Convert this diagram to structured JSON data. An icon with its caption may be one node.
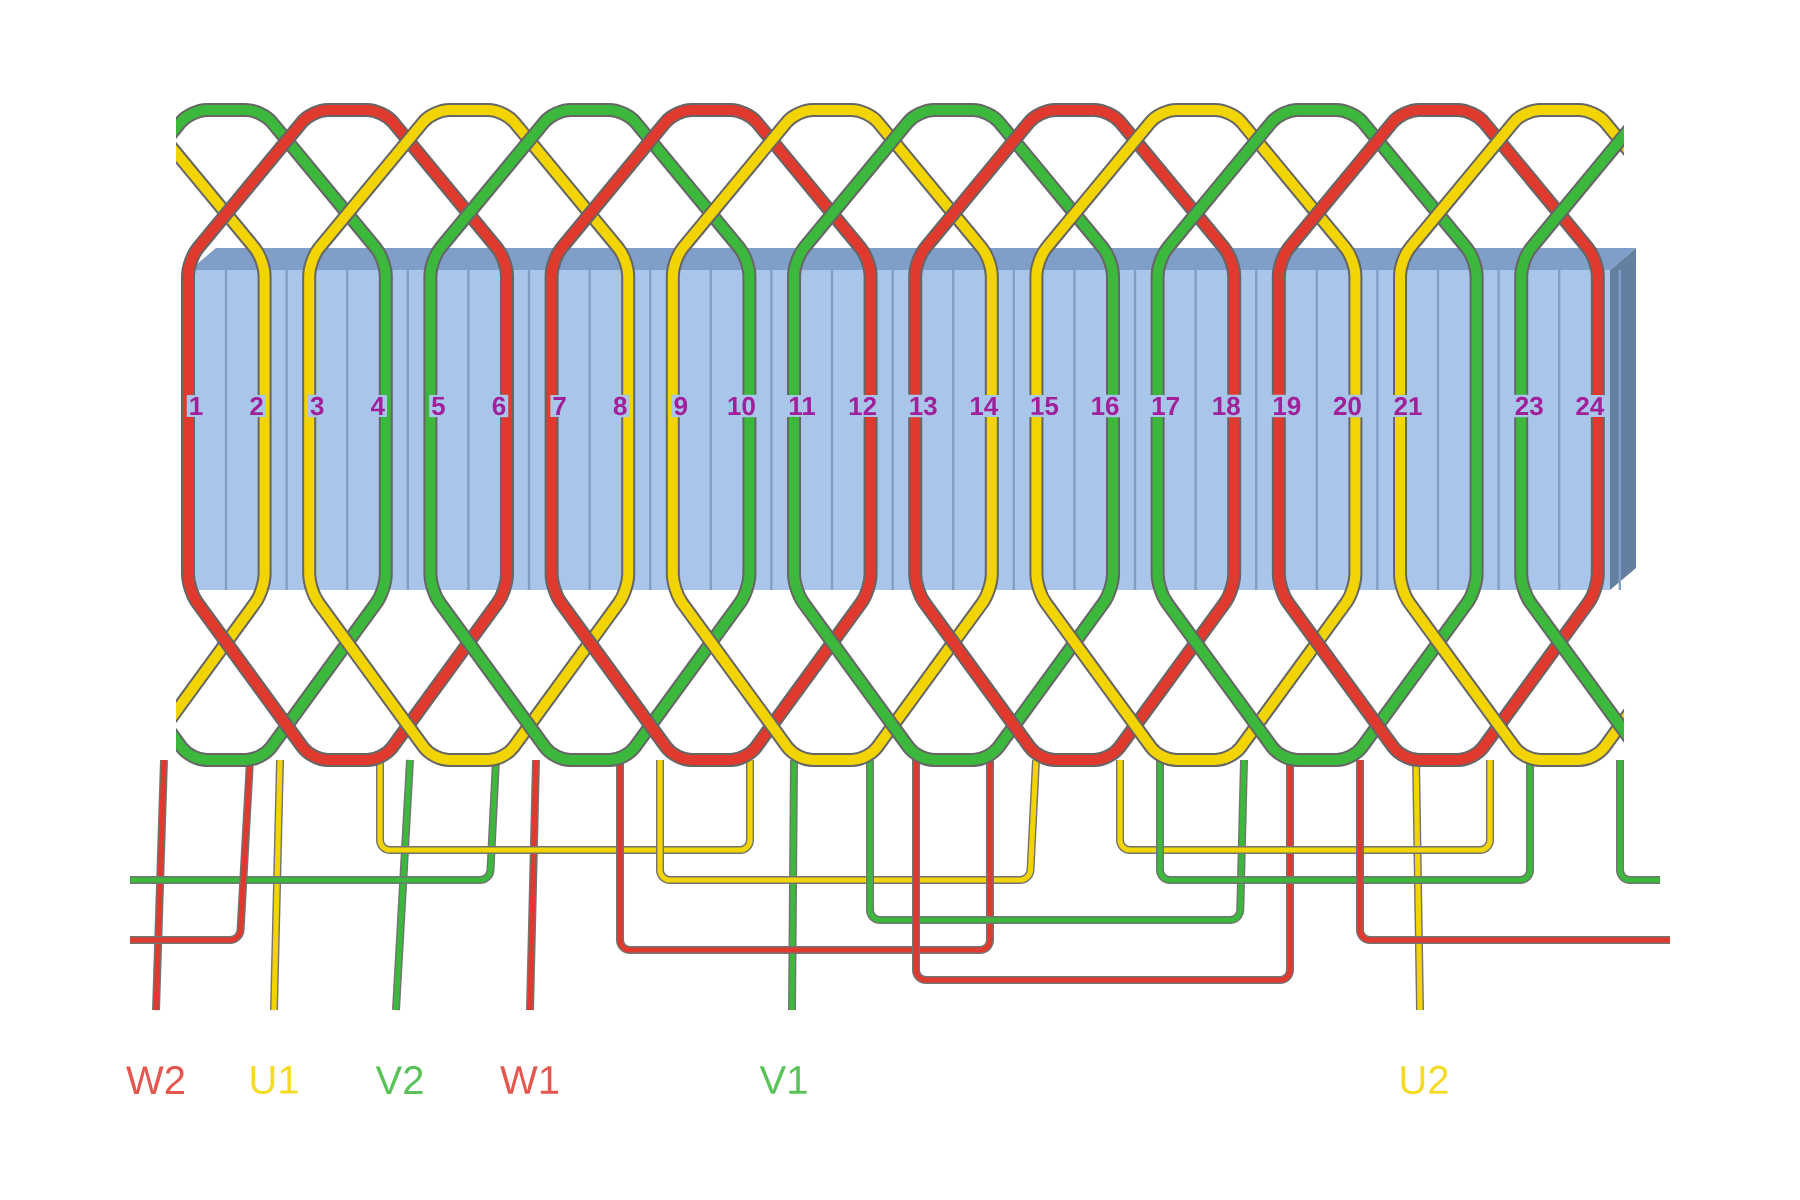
{
  "diagram": {
    "labels": [
      "1",
      "2",
      "3",
      "4",
      "5",
      "6",
      "7",
      "8",
      "9",
      "10",
      "11",
      "12",
      "13",
      "14",
      "15",
      "16",
      "17",
      "18",
      "19",
      "20",
      "21",
      "23",
      "24",
      "W2",
      "U1",
      "V2",
      "W1",
      "V1",
      "U2"
    ]
  }
}
